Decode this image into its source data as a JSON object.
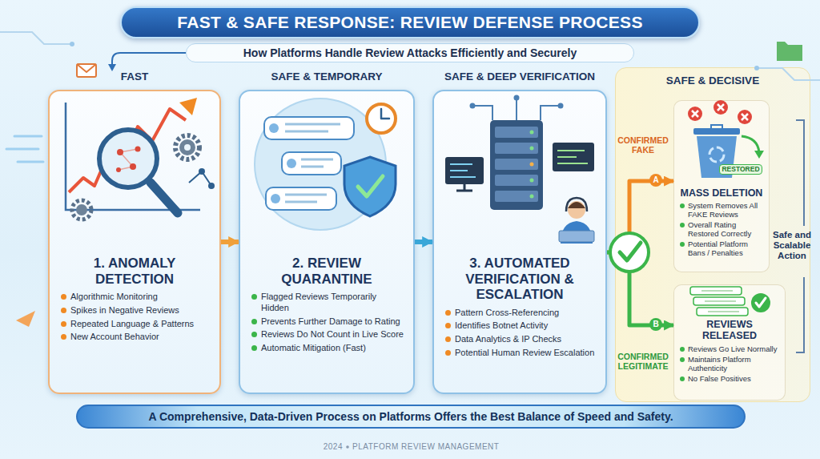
{
  "diagram": {
    "title": "FAST & SAFE RESPONSE: REVIEW DEFENSE PROCESS",
    "caption": "A Comprehensive, Data-Driven Process on Platforms Offers the Best Balance of Speed and Safety.",
    "nodes": [
      {
        "text": [
          "FAST",
          "1. ANOMALY DETECTION",
          "Algorithmic Monitoring",
          "Spikes in Negative Reviews",
          "Repeated Language & Patterns",
          "New Account Behavior"
        ]
      },
      {
        "text": [
          "SAFE & TEMPORARY",
          "2. REVIEW QUARANTINE",
          "Flagged Reviews Temporarily Hidden",
          "Prevents Further Damage to Rating",
          "Reviews Do Not Count in Live Score",
          "Automatic Mitigation (Fast)"
        ]
      },
      {
        "text": [
          "SAFE & DEEP VERIFICATION",
          "3. AUTOMATED VERIFICATION & ESCALATION",
          "Pattern Cross-Referencing",
          "Identifies Botnet Activity",
          "Data Analytics & IP Checks",
          "Potential Human Review Escalation"
        ]
      },
      {
        "text": [
          "SAFE & DECISIVE"
        ]
      },
      {
        "text": [
          "MASS DELETION",
          "System Removes All FAKE Reviews",
          "Overall Rating Restored Correctly",
          "Potential Platform Bans / Penalties"
        ],
        "in": 3
      },
      {
        "text": [
          "REVIEWS RELEASED",
          "Reviews Go Live Normally",
          "Maintains Platform Authenticity",
          "No False Positives"
        ],
        "in": 3
      }
    ],
    "edges": [
      {
        "from": 0,
        "to": 1,
        "arrow": "to"
      },
      {
        "from": 1,
        "to": 2,
        "arrow": "to"
      },
      {
        "from": 2,
        "to": 4,
        "label": "CONFIRMED FAKE",
        "arrow": "to"
      },
      {
        "from": 2,
        "to": 5,
        "label": "CONFIRMED LEGITIMATE",
        "arrow": "to"
      }
    ],
    "labels": [
      "How Platforms Handle Review Attacks Efficiently and Securely",
      "RESTORED",
      "A",
      "B",
      "Safe and Scalable Action",
      "2024",
      "PLATFORM REVIEW MANAGEMENT"
    ]
  }
}
